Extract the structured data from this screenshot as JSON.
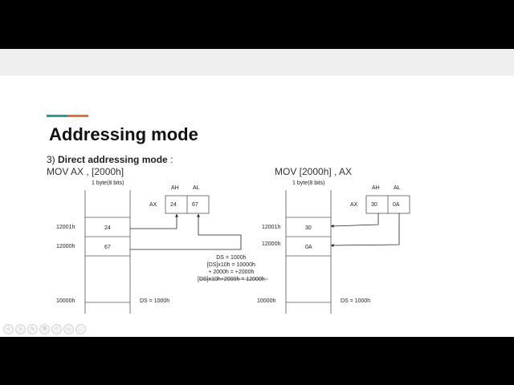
{
  "slide": {
    "title": "Addressing mode",
    "subtitle_prefix": "3) ",
    "subtitle_bold": "Direct addressing mode",
    "subtitle_suffix": " :",
    "left_instruction": "MOV AX , [2000h]",
    "right_instruction": "MOV [2000h] ,  AX",
    "colors": {
      "accent_teal": "#2a9d8f",
      "accent_orange": "#e76f3a"
    }
  },
  "left_diagram": {
    "byte_label": "1 byte(8 bits)",
    "register_name": "AX",
    "ah_label": "AH",
    "al_label": "AL",
    "ah_value": "24",
    "al_value": "67",
    "addr_12001": "12001h",
    "addr_12000": "12000h",
    "addr_10000": "10000h",
    "cell_12001": "24",
    "cell_12000": "67",
    "ds_label": "DS = 1000h"
  },
  "right_diagram": {
    "byte_label": "1 byte(8 bits)",
    "register_name": "AX",
    "ah_label": "AH",
    "al_label": "AL",
    "ah_value": "30",
    "al_value": "0A",
    "addr_12001": "12001h",
    "addr_12000": "12000h",
    "addr_10000": "10000h",
    "cell_12001": "30",
    "cell_12000": "0A",
    "ds_label": "DS = 1000h"
  },
  "calculation": {
    "line1": "DS = 1000h",
    "line2": "[DS]x10h = 10000h",
    "line3": "+ 2000h = +2000h",
    "line4": "[DS]x10h+2000h = 12000h"
  },
  "toolbar": {
    "items": [
      "<",
      ">",
      "✎",
      "⧉",
      "⌕",
      "▭",
      "…"
    ]
  }
}
